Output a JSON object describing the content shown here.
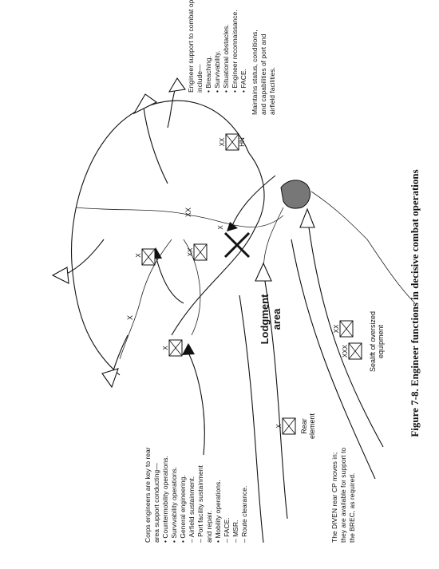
{
  "figure": {
    "caption": "Figure 7-8. Engineer functions in decisive combat operations"
  },
  "labels": {
    "lodgment": [
      "Lodgment",
      "area"
    ],
    "rear_element": [
      "Rear",
      "element"
    ],
    "sealift": [
      "Sealift of oversized",
      "equipment"
    ],
    "hn_label": "HN",
    "echelon_xx": "XX",
    "echelon_x": "X",
    "echelon_xxx": "XXX"
  },
  "notes": {
    "combat_support": {
      "lines": [
        "Engineer support to combat operations",
        "include—",
        "•  Breaching.",
        "•  Survivability.",
        "•  Situational obstacles.",
        "•  Engineer reconnaissance.",
        "•  FACE."
      ]
    },
    "port_status": {
      "lines": [
        "Maintains status, conditions,",
        "and capabilities of port and",
        "airfield facilities."
      ]
    },
    "corps_engineers": {
      "lines": [
        "Corps engineers are key to rear",
        "area support conducting—",
        "•  Countermobility operations.",
        "•  Survivability operations.",
        "•  General engineering.",
        "   –  Airfield sustainment.",
        "   –  Port facility sustainment",
        "       and repair.",
        "•  Mobility operations.",
        "   –  FACE.",
        "   –  MSR.",
        "   –  Route clearance."
      ]
    },
    "diven": {
      "lines": [
        "The DIVEN rear CP moves in;",
        "they are available for support to",
        "the BREC, as required."
      ]
    }
  }
}
